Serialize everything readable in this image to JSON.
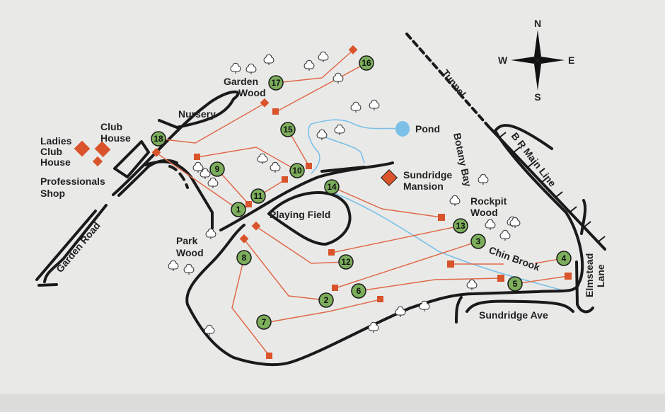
{
  "labels": {
    "garden_wood": [
      "Garden",
      "Wood"
    ],
    "nursery": "Nursery",
    "club_house": [
      "Club",
      "House"
    ],
    "ladies_club_house": [
      "Ladies",
      "Club",
      "House"
    ],
    "professionals_shop": [
      "Professionals",
      "Shop"
    ],
    "garden_road": "Garden Road",
    "park_wood": [
      "Park",
      "Wood"
    ],
    "playing_field": "Playing Field",
    "pond": "Pond",
    "sundridge_mansion": [
      "Sundridge",
      "Mansion"
    ],
    "botany_bay": "Botany Bay",
    "rockpit_wood": [
      "Rockpit",
      "Wood"
    ],
    "chin_brook": "Chin Brook",
    "sundridge_ave": "Sundridge Ave",
    "elmstead_lane": [
      "Elmstead",
      "Lane"
    ],
    "br_main_line": "B R Main Line",
    "tunnel": "Tunnel"
  },
  "compass": {
    "n": "N",
    "s": "S",
    "e": "E",
    "w": "W"
  },
  "holes": [
    "1",
    "2",
    "3",
    "4",
    "5",
    "6",
    "7",
    "8",
    "9",
    "10",
    "11",
    "12",
    "13",
    "14",
    "15",
    "16",
    "17",
    "18"
  ],
  "colors": {
    "tee": "#d9532b",
    "green": "#7cae5c",
    "fairway": "#e06a4a",
    "water": "#7cc0e8",
    "background": "#e9eae8"
  }
}
